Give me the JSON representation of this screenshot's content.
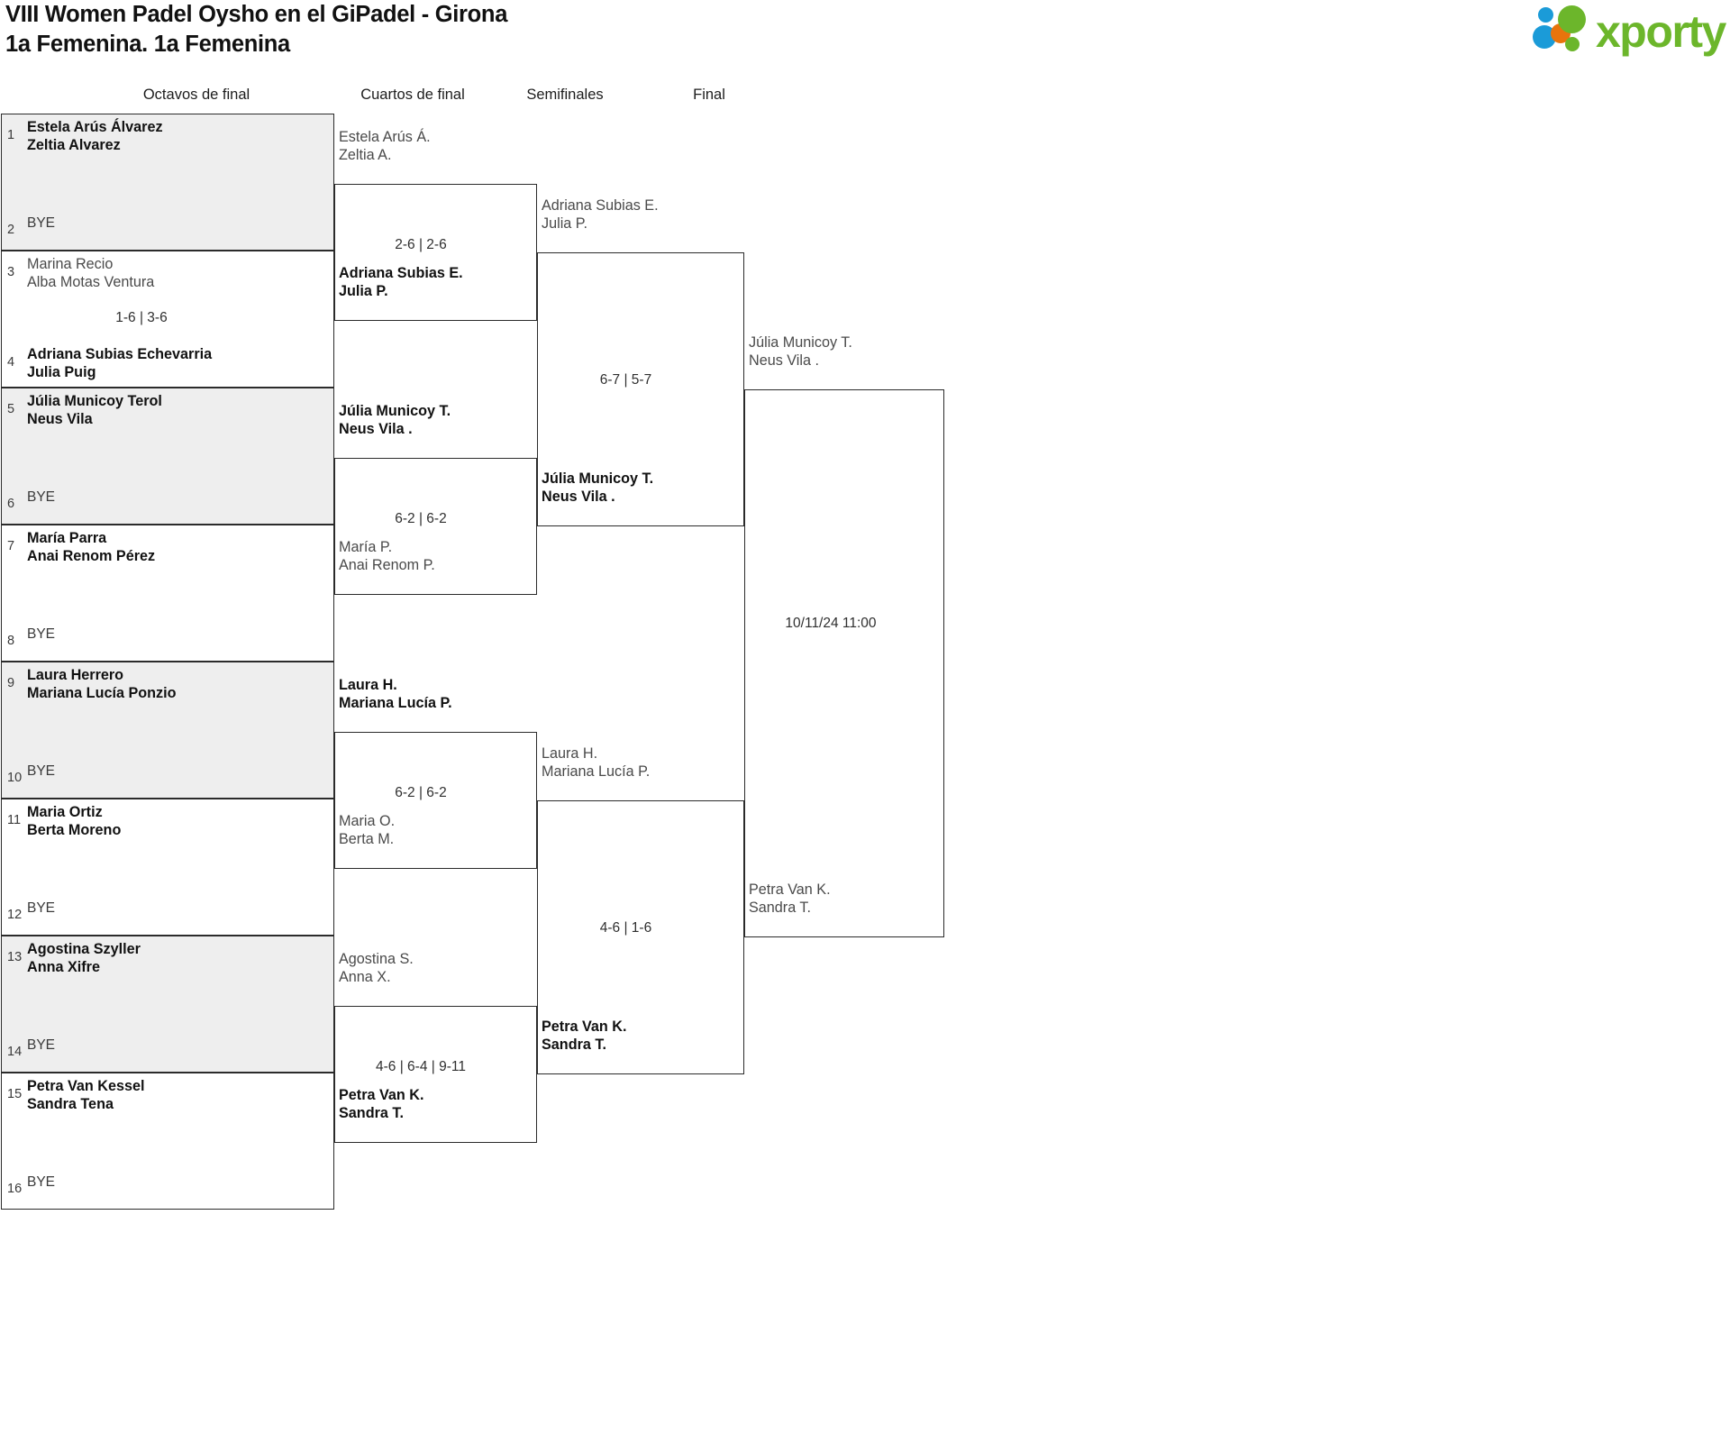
{
  "header": {
    "title_line1": "VIII Women Padel Oysho en el GiPadel - Girona",
    "title_line2": "1a Femenina. 1a Femenina",
    "logo_text": "xporty",
    "logo_colors": {
      "green": "#6cb62b",
      "blue": "#1b9bd8",
      "orange": "#e8740c"
    }
  },
  "rounds": [
    {
      "label": "Octavos de final"
    },
    {
      "label": "Cuartos de final"
    },
    {
      "label": "Semifinales"
    },
    {
      "label": "Final"
    }
  ],
  "round1": {
    "entries": [
      {
        "seed": "1",
        "names": [
          "Estela Arús Álvarez",
          "Zeltia Alvarez"
        ],
        "state": "win"
      },
      {
        "seed": "2",
        "names": [
          "BYE"
        ],
        "state": "bye"
      },
      {
        "seed": "3",
        "names": [
          "Marina Recio",
          "Alba Motas Ventura"
        ],
        "state": "lose"
      },
      {
        "seed": "4",
        "names": [
          "Adriana Subias Echevarria",
          "Julia Puig"
        ],
        "state": "win"
      },
      {
        "seed": "5",
        "names": [
          "Júlia Municoy Terol",
          "Neus Vila"
        ],
        "state": "win"
      },
      {
        "seed": "6",
        "names": [
          "BYE"
        ],
        "state": "bye"
      },
      {
        "seed": "7",
        "names": [
          "María Parra",
          "Anai Renom Pérez"
        ],
        "state": "win"
      },
      {
        "seed": "8",
        "names": [
          "BYE"
        ],
        "state": "bye"
      },
      {
        "seed": "9",
        "names": [
          "Laura Herrero",
          "Mariana Lucía Ponzio"
        ],
        "state": "win"
      },
      {
        "seed": "10",
        "names": [
          "BYE"
        ],
        "state": "bye"
      },
      {
        "seed": "11",
        "names": [
          "Maria Ortiz",
          "Berta Moreno"
        ],
        "state": "win"
      },
      {
        "seed": "12",
        "names": [
          "BYE"
        ],
        "state": "bye"
      },
      {
        "seed": "13",
        "names": [
          "Agostina Szyller",
          "Anna Xifre"
        ],
        "state": "win"
      },
      {
        "seed": "14",
        "names": [
          "BYE"
        ],
        "state": "bye"
      },
      {
        "seed": "15",
        "names": [
          "Petra Van Kessel",
          "Sandra Tena"
        ],
        "state": "win"
      },
      {
        "seed": "16",
        "names": [
          "BYE"
        ],
        "state": "bye"
      }
    ],
    "scores": [
      "",
      "1-6 | 3-6",
      "",
      "",
      "",
      "",
      "",
      ""
    ]
  },
  "quarterfinals": [
    {
      "top": {
        "names": [
          "Estela Arús Á.",
          "Zeltia A."
        ],
        "state": "lose"
      },
      "score": "2-6 | 2-6",
      "bottom": {
        "names": [
          "Adriana Subias E.",
          "Julia P."
        ],
        "state": "win"
      }
    },
    {
      "top": {
        "names": [
          "Júlia Municoy T.",
          "Neus Vila ."
        ],
        "state": "win"
      },
      "score": "6-2 | 6-2",
      "bottom": {
        "names": [
          "María P.",
          "Anai Renom P."
        ],
        "state": "lose"
      }
    },
    {
      "top": {
        "names": [
          "Laura H.",
          "Mariana Lucía P."
        ],
        "state": "win"
      },
      "score": "6-2 | 6-2",
      "bottom": {
        "names": [
          "Maria O.",
          "Berta M."
        ],
        "state": "lose"
      }
    },
    {
      "top": {
        "names": [
          "Agostina S.",
          "Anna X."
        ],
        "state": "lose"
      },
      "score": "4-6 | 6-4 | 9-11",
      "bottom": {
        "names": [
          "Petra Van K.",
          "Sandra T."
        ],
        "state": "win"
      }
    }
  ],
  "semifinals": [
    {
      "top": {
        "names": [
          "Adriana Subias E.",
          "Julia P."
        ],
        "state": "lose"
      },
      "score": "6-7 | 5-7",
      "bottom": {
        "names": [
          "Júlia Municoy T.",
          "Neus Vila ."
        ],
        "state": "win"
      }
    },
    {
      "top": {
        "names": [
          "Laura H.",
          "Mariana Lucía P."
        ],
        "state": "lose"
      },
      "score": "4-6 | 1-6",
      "bottom": {
        "names": [
          "Petra Van K.",
          "Sandra T."
        ],
        "state": "win"
      }
    }
  ],
  "final": {
    "top": {
      "names": [
        "Júlia Municoy T.",
        "Neus Vila ."
      ],
      "state": "lose"
    },
    "datetime": "10/11/24 11:00",
    "bottom": {
      "names": [
        "Petra Van K.",
        "Sandra T."
      ],
      "state": "lose"
    }
  }
}
